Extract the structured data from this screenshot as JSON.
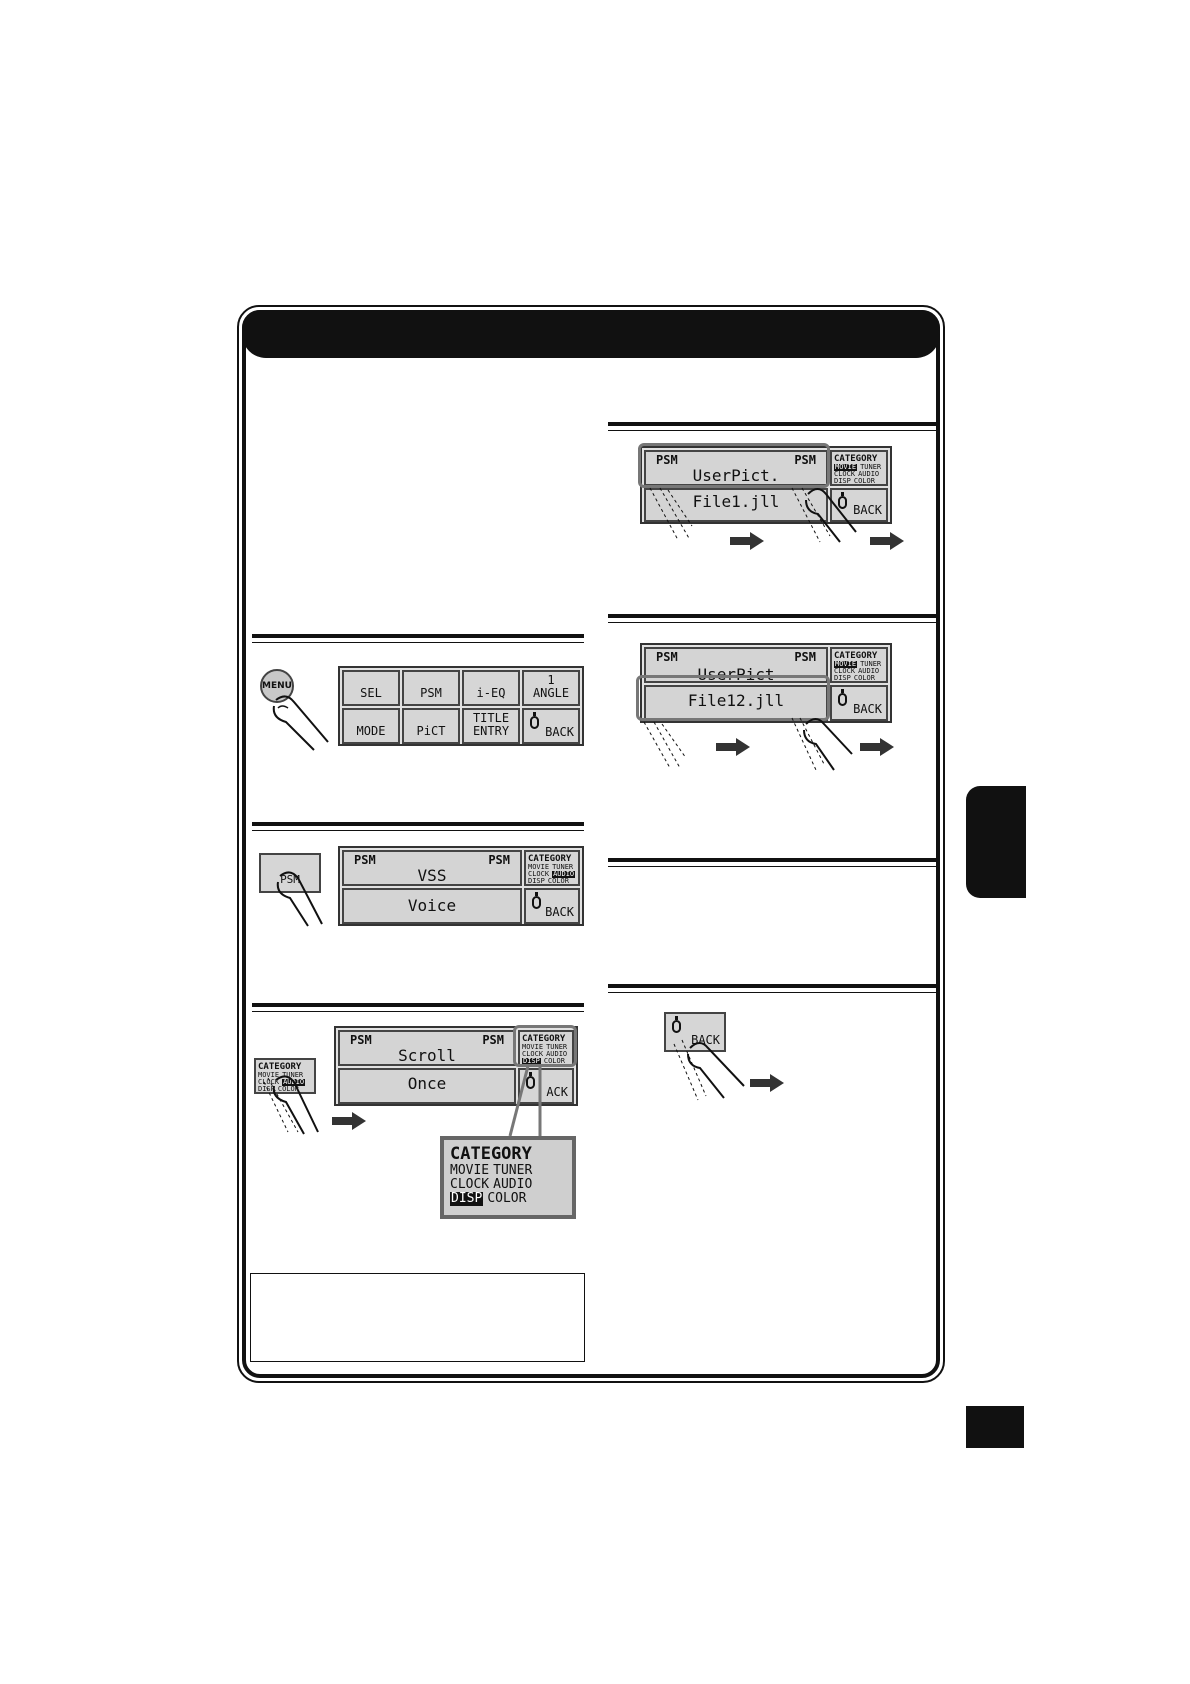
{
  "buttons": {
    "menu": "MENU",
    "psm_hard": "PSM",
    "back": "BACK"
  },
  "menu_grid": {
    "row1": [
      "SEL",
      "PSM",
      "i-EQ",
      "1\nANGLE"
    ],
    "row2": [
      "MODE",
      "PiCT",
      "TITLE\nENTRY",
      "BACK"
    ]
  },
  "panels": {
    "psm_vss": {
      "left_tag": "PSM",
      "right_tag": "PSM",
      "item": "VSS",
      "value": "Voice"
    },
    "psm_scroll": {
      "left_tag": "PSM",
      "right_tag": "PSM",
      "item": "Scroll",
      "value": "Once",
      "back_partial": "ACK"
    },
    "userpict_1": {
      "left_tag": "PSM",
      "right_tag": "PSM",
      "item": "UserPict.",
      "value": "File1.jll"
    },
    "userpict_2": {
      "left_tag": "PSM",
      "right_tag": "PSM",
      "item": "UserPict",
      "value": "File12.jll"
    }
  },
  "category": {
    "title": "CATEGORY",
    "title_alt": "CATEGORY",
    "rows": [
      [
        "MOVIE",
        "TUNER"
      ],
      [
        "CLOCK",
        "AUDIO"
      ],
      [
        "DISP",
        "COLOR"
      ]
    ]
  },
  "colors": {
    "ink": "#111111",
    "lcd": "#d6d6d6",
    "highlight": "#777777"
  },
  "icons": [
    "finger-icon",
    "arrow-right-icon",
    "knob-icon"
  ]
}
